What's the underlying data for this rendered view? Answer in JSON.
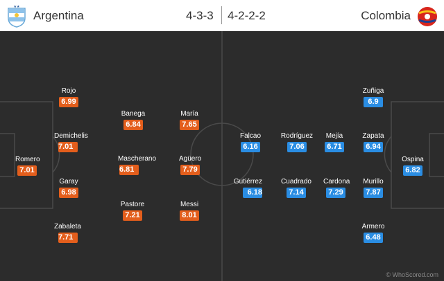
{
  "header": {
    "home_team": "Argentina",
    "home_formation": "4-3-3",
    "away_formation": "4-2-2-2",
    "away_team": "Colombia"
  },
  "colors": {
    "home_rating_bg": "#e35e1c",
    "away_rating_bg": "#2a8de3",
    "pitch_bg": "#2c2c2c"
  },
  "icons": {
    "home_crest": "argentina-crest-icon",
    "away_crest": "colombia-crest-icon"
  },
  "home_players": [
    {
      "name": "Romero",
      "rating": "7.01"
    },
    {
      "name": "Rojo",
      "rating": "6.99"
    },
    {
      "name": "Demichelis",
      "rating": "7.01"
    },
    {
      "name": "Garay",
      "rating": "6.98"
    },
    {
      "name": "Zabaleta",
      "rating": "7.71"
    },
    {
      "name": "Banega",
      "rating": "6.84"
    },
    {
      "name": "Mascherano",
      "rating": "6.81"
    },
    {
      "name": "Pastore",
      "rating": "7.21"
    },
    {
      "name": "María",
      "rating": "7.65"
    },
    {
      "name": "Agüero",
      "rating": "7.79"
    },
    {
      "name": "Messi",
      "rating": "8.01"
    }
  ],
  "away_players": [
    {
      "name": "Ospina",
      "rating": "6.82"
    },
    {
      "name": "Zuñiga",
      "rating": "6.9"
    },
    {
      "name": "Zapata",
      "rating": "6.94"
    },
    {
      "name": "Murillo",
      "rating": "7.87"
    },
    {
      "name": "Armero",
      "rating": "6.48"
    },
    {
      "name": "Mejía",
      "rating": "6.71"
    },
    {
      "name": "Cardona",
      "rating": "7.29"
    },
    {
      "name": "Rodríguez",
      "rating": "7.06"
    },
    {
      "name": "Cuadrado",
      "rating": "7.14"
    },
    {
      "name": "Falcao",
      "rating": "6.16"
    },
    {
      "name": "Gutiérrez",
      "rating": "6.18"
    }
  ],
  "watermark": "© WhoScored.com"
}
